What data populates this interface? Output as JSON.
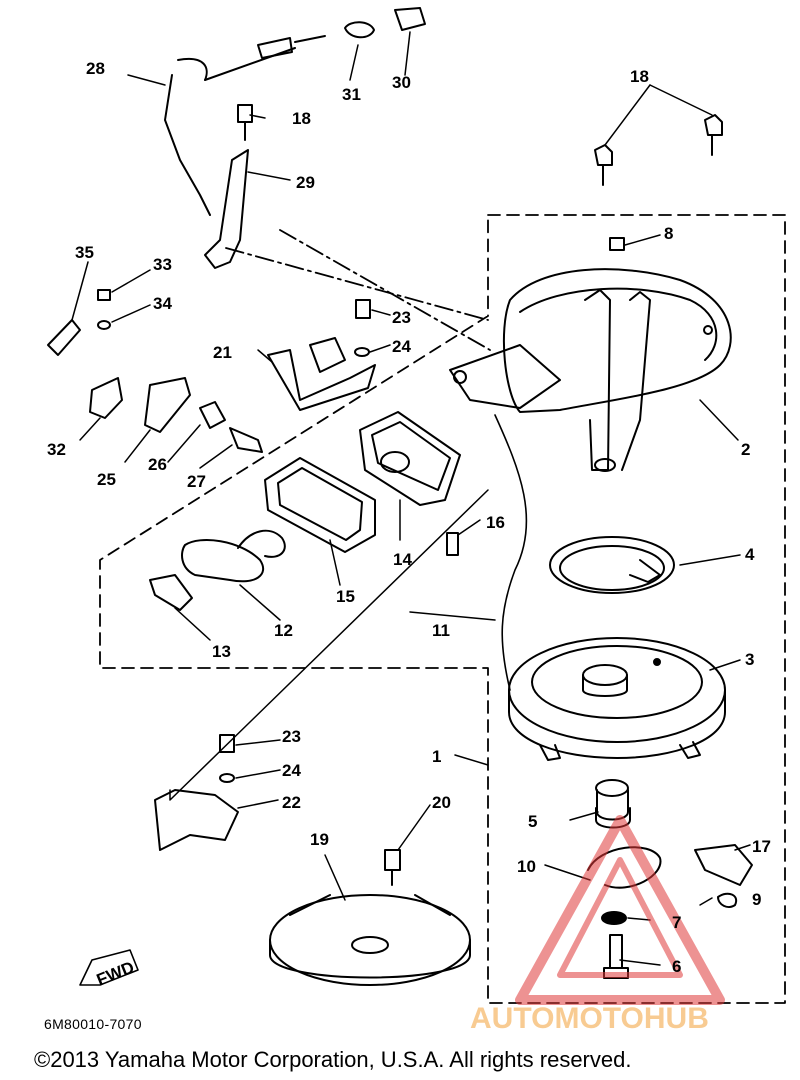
{
  "callouts": {
    "c1": "1",
    "c2": "2",
    "c3": "3",
    "c4": "4",
    "c5": "5",
    "c6": "6",
    "c7": "7",
    "c8": "8",
    "c9": "9",
    "c10": "10",
    "c11": "11",
    "c12": "12",
    "c13": "13",
    "c14": "14",
    "c15": "15",
    "c16": "16",
    "c17": "17",
    "c18a": "18",
    "c18b": "18",
    "c19": "19",
    "c20": "20",
    "c21": "21",
    "c22": "22",
    "c23a": "23",
    "c23b": "23",
    "c24a": "24",
    "c24b": "24",
    "c25": "25",
    "c26": "26",
    "c27": "27",
    "c28": "28",
    "c29": "29",
    "c30": "30",
    "c31": "31",
    "c32": "32",
    "c33": "33",
    "c34": "34",
    "c35": "35"
  },
  "fwd_label": "FWD",
  "part_number": "6M80010-7070",
  "copyright": "©2013 Yamaha Motor Corporation, U.S.A. All rights reserved.",
  "watermark": {
    "text": "AUTOMOTOHUB",
    "color_primary": "#f4a13a",
    "color_secondary": "#8c8c8c",
    "logo_color": "#e03a3a"
  }
}
